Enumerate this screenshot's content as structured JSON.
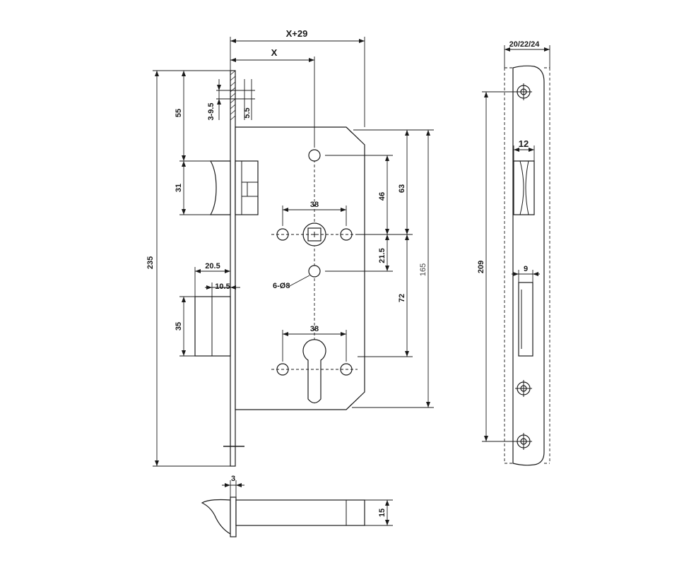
{
  "dimensions": {
    "x_plus_29": "X+29",
    "x": "X",
    "latch_height": "55",
    "faceplate_thickness_range": "3-9.5",
    "screw_offset": "5.5",
    "latch_bolt_height": "31",
    "overall_height": "235",
    "deadbolt_throw": "20.5",
    "deadbolt_depth": "10.5",
    "deadbolt_height": "35",
    "handle_hole_spacing": "38",
    "spindle_to_top_hole": "46",
    "spindle_to_top": "63",
    "spindle_to_middle_hole": "21.5",
    "mounting_holes": "6-Ø8",
    "spindle_to_cylinder": "72",
    "cylinder_hole_spacing": "38",
    "case_height": "165",
    "faceplate_width": "20/22/24",
    "strike_screw_spacing": "209",
    "latch_slot_width": "12",
    "bolt_slot_width": "9",
    "faceplate_bottom_thickness": "3",
    "bolt_height": "15"
  }
}
